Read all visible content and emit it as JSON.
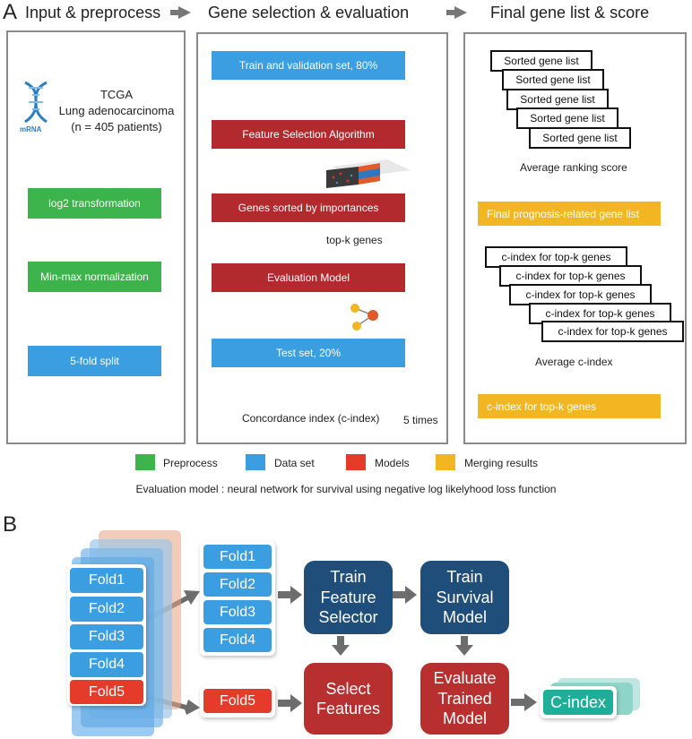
{
  "panel_a": {
    "letter": "A",
    "header_input": "Input & preprocess",
    "header_gene": "Gene selection & evaluation",
    "header_final": "Final gene list & score",
    "mrna_label": "mRNA",
    "tcga": "TCGA",
    "dataset": "Lung adenocarcinoma",
    "patients": "(n = 405 patients)",
    "log2": "log2 transformation",
    "minmax": "Min-max normalization",
    "fivefold": "5-fold split",
    "train_val": "Train and validation set, 80%",
    "feature_sel": "Feature Selection Algorithm",
    "genes_sorted": "Genes sorted by importances",
    "topk": "top-k genes",
    "eval_model": "Evaluation Model",
    "test_set": "Test set, 20%",
    "concordance": "Concordance index (c-index)",
    "five_times": "5 times",
    "sorted_list": "Sorted gene list",
    "avg_rank": "Average ranking score",
    "final_list": "Final prognosis-related gene list",
    "cindex_topk": "c-index for top-k genes",
    "avg_cindex": "Average c-index",
    "cindex_final": "c-index for top-k genes",
    "legend": [
      {
        "label": "Preprocess",
        "color": "#3cb44b"
      },
      {
        "label": "Data set",
        "color": "#3a9ee0"
      },
      {
        "label": "Models",
        "color": "#e53b2a"
      },
      {
        "label": "Merging results",
        "color": "#f2b622"
      }
    ],
    "eval_note": "Evaluation model : neural network for survival using negative log likelyhood loss function"
  },
  "panel_b": {
    "letter": "B",
    "folds": [
      "Fold1",
      "Fold2",
      "Fold3",
      "Fold4",
      "Fold5"
    ],
    "train_folds": [
      "Fold1",
      "Fold2",
      "Fold3",
      "Fold4"
    ],
    "test_fold": "Fold5",
    "train_selector": "Train\nFeature\nSelector",
    "train_survival": "Train\nSurvival\nModel",
    "select_features": "Select\nFeatures",
    "evaluate": "Evaluate\nTrained\nModel",
    "cindex": "C-index"
  }
}
